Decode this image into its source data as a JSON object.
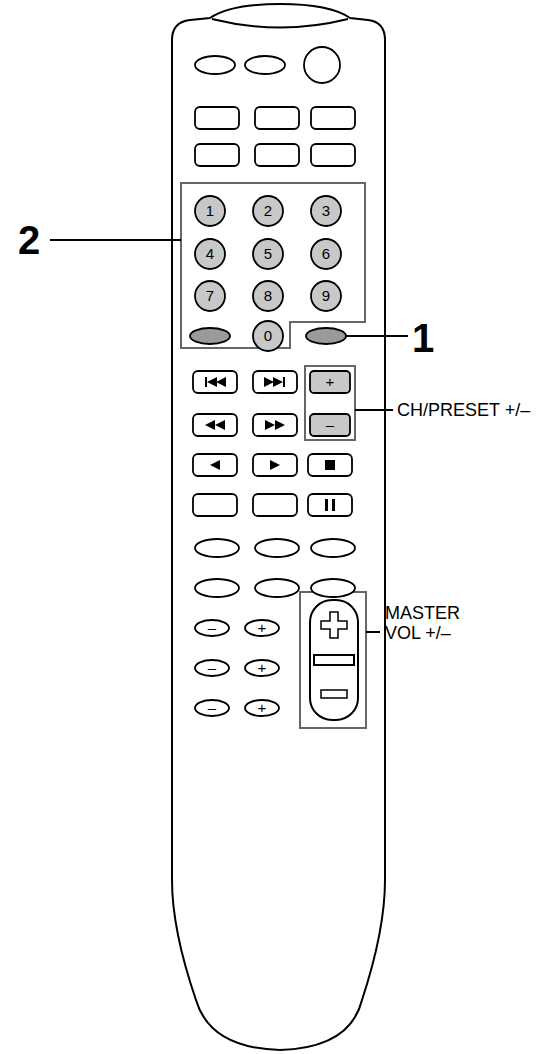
{
  "diagram": {
    "labels": [
      "2",
      "1",
      "1",
      "2",
      "3",
      "4",
      "5",
      "6",
      "7",
      "8",
      "9",
      "0",
      "+",
      "–",
      "CH/PRESET +/–",
      "–",
      "+",
      "–",
      "+",
      "–",
      "+",
      "MASTER VOL +/–"
    ]
  }
}
